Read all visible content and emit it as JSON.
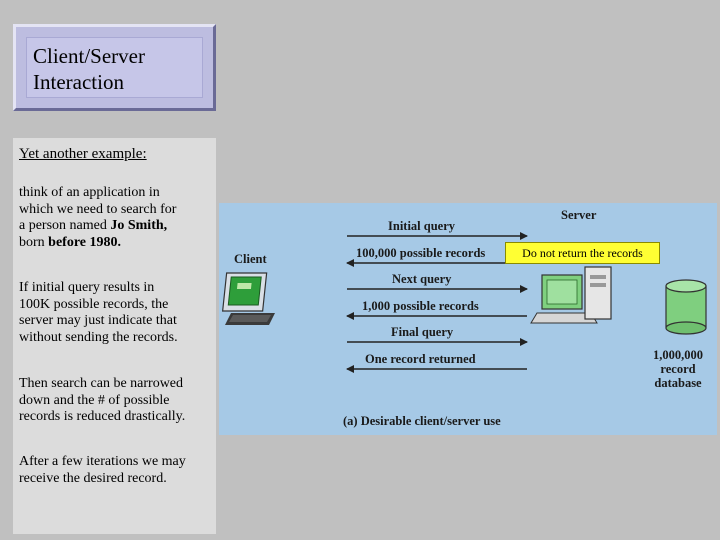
{
  "slide_title": [
    "Client/Server",
    "Interaction"
  ],
  "text": {
    "subheading": "Yet another example:",
    "p1_lines": [
      "think of an application in",
      "which we need to search for",
      "a person named "
    ],
    "p1_name": "Jo Smith,",
    "p1_end": "born ",
    "p1_before": "before 1980.",
    "p2_lines": [
      "If initial query results in",
      "100K possible records,  the",
      "server may just indicate that",
      "without sending the records."
    ],
    "p3_lines": [
      "Then search can be narrowed",
      "down and the # of possible",
      "records is reduced drastically."
    ],
    "p4_lines": [
      "After a few iterations we may",
      "receive the desired record."
    ]
  },
  "diagram": {
    "client_label": "Client",
    "server_label": "Server",
    "messages": [
      "Initial query",
      "100,000 possible records",
      "Next query",
      "1,000 possible records",
      "Final query",
      "One record returned"
    ],
    "database_label": [
      "1,000,000",
      "record",
      "database"
    ],
    "caption": "(a)  Desirable client/server use",
    "callout": "Do not return the records"
  }
}
